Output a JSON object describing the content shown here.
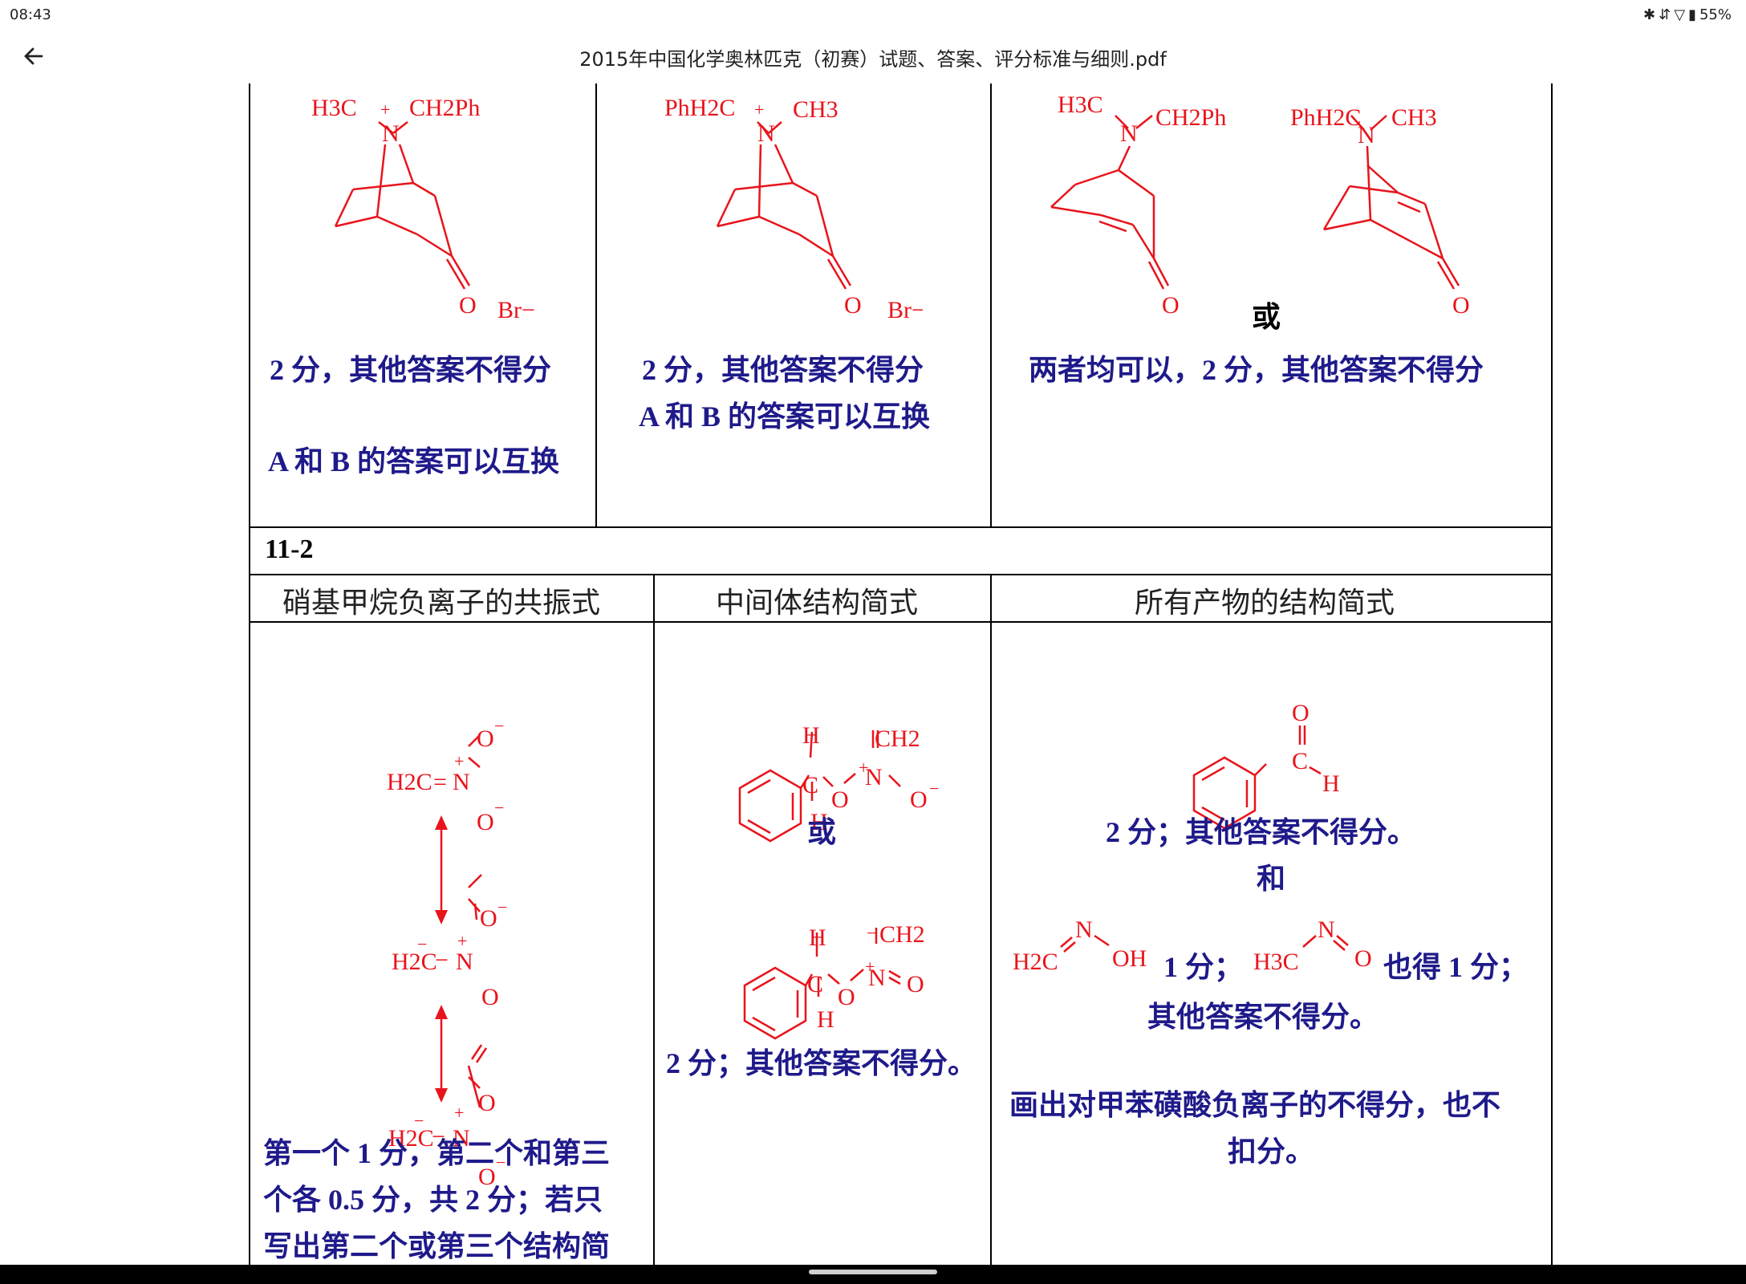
{
  "status": {
    "time": "08:43",
    "battery": "55%"
  },
  "header": {
    "title": "2015年中国化学奥林匹克（初赛）试题、答案、评分标准与细则.pdf"
  },
  "top": {
    "a_note1": "2 分，其他答案不得分",
    "a_note2": "A 和 B 的答案可以互换",
    "b_note1": "2 分，其他答案不得分",
    "b_note2": "A 和 B 的答案可以互换",
    "c_or": "或",
    "c_note": "两者均可以，2 分，其他答案不得分",
    "a_chem": {
      "h3c": "H3C",
      "plus": "+",
      "n": "N",
      "ch2ph": "CH2Ph",
      "o": "O",
      "br": "Br−"
    },
    "b_chem": {
      "phh2c": "PhH2C",
      "plus": "+",
      "n": "N",
      "ch3": "CH3",
      "o": "O",
      "br": "Br−"
    },
    "c1_chem": {
      "h3c": "H3C",
      "n": "N",
      "ch2ph": "CH2Ph",
      "o": "O"
    },
    "c2_chem": {
      "phh2c": "PhH2C",
      "n": "N",
      "ch3": "CH3",
      "o": "O"
    }
  },
  "section": {
    "label": "11-2",
    "col1_header": "硝基甲烷负离子的共振式",
    "col2_header": "中间体结构简式",
    "col3_header": "所有产物的结构简式"
  },
  "col1": {
    "r1": {
      "h2c": "H2C",
      "bond": "=",
      "n": "N",
      "plus": "+",
      "o_top": "O",
      "minus_top": "−",
      "o_bot": "O",
      "minus_bot": "−"
    },
    "r2": {
      "h2c": "H2C",
      "minus_c": "−",
      "bond": "−",
      "n": "N",
      "plus": "+",
      "o_top": "O",
      "minus_top": "−",
      "o_bot": "O"
    },
    "r3": {
      "h2c": "H2C",
      "minus_c": "−",
      "bond": "−",
      "n": "N",
      "plus": "+",
      "o_top": "O",
      "o_bot": "O",
      "minus_bot": "−"
    },
    "note1": "第一个 1 分，第二个和第三",
    "note2": "个各 0.5 分，共 2 分；若只",
    "note3": "写出第二个或第三个结构简"
  },
  "col2": {
    "i1": {
      "h_top": "H",
      "c": "C",
      "h_bot": "H",
      "o": "O",
      "plus": "+",
      "n": "N",
      "ch2": "CH2",
      "o2": "O",
      "minus": "−"
    },
    "or": "或",
    "i2": {
      "h_top": "H",
      "c": "C",
      "h_bot": "H",
      "o": "O",
      "plus": "+",
      "n": "N",
      "minus": "−",
      "ch2": "CH2",
      "o2": "O"
    },
    "note": "2 分；其他答案不得分。"
  },
  "col3": {
    "benz": {
      "o": "O",
      "c": "C",
      "h": "H"
    },
    "note1": "2 分；其他答案不得分。",
    "and": "和",
    "oxime1": {
      "h2c": "H2C",
      "n": "N",
      "oh": "OH"
    },
    "score1": "1 分；",
    "oxime2": {
      "h3c": "H3C",
      "n": "N",
      "o": "O"
    },
    "score2": "也得 1 分；",
    "note2": "其他答案不得分。",
    "note3": "画出对甲苯磺酸负离子的不得分，也不",
    "note4": "扣分。"
  }
}
